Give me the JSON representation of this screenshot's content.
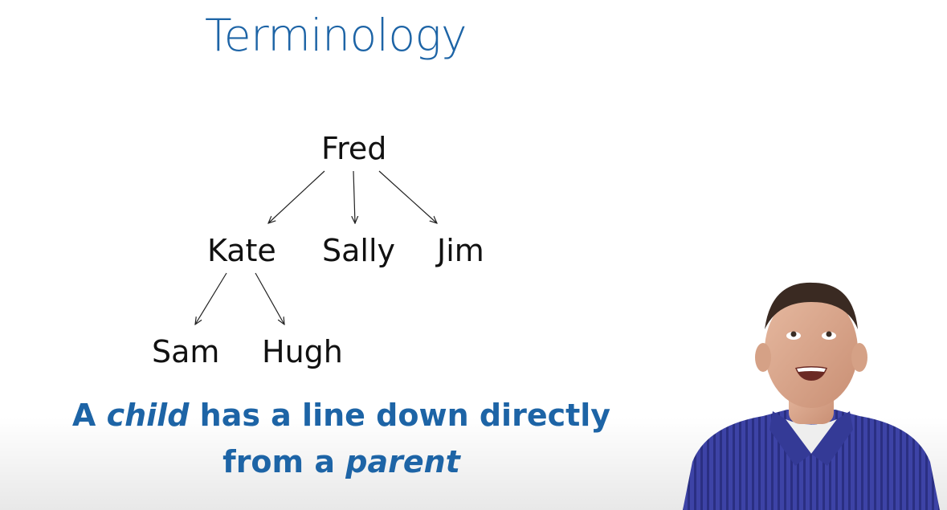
{
  "slide": {
    "title": "Terminology",
    "tree": {
      "root": "Fred",
      "level1": [
        "Kate",
        "Sally",
        "Jim"
      ],
      "level2": [
        "Sam",
        "Hugh"
      ]
    },
    "caption": {
      "part1": "A",
      "term1": "child",
      "part2": "has a line down directly",
      "part3": "from a",
      "term2": "parent"
    }
  },
  "colors": {
    "accent": "#1d64a6",
    "text": "#111111",
    "shirt": "#3d43a6"
  }
}
